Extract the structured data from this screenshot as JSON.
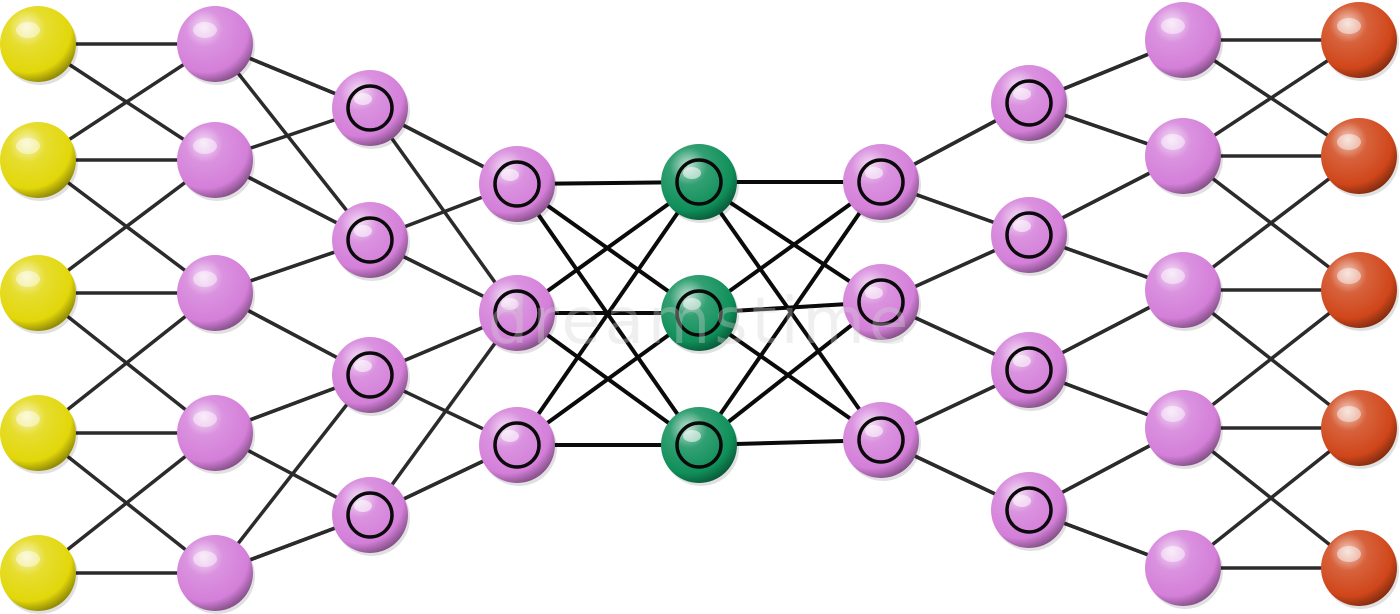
{
  "diagram": {
    "type": "autoencoder-network",
    "watermark": "dreamstime",
    "colors": {
      "input": "#e2d70a",
      "hidden": "#d47fd9",
      "code": "#0f8f5a",
      "output": "#d0461a",
      "edge": "#2b2b2b",
      "edge_dense": "#0a0a0a"
    },
    "layers": [
      {
        "name": "input",
        "nodes": 5,
        "style": "plain",
        "color": "input"
      },
      {
        "name": "hidden1",
        "nodes": 5,
        "style": "plain",
        "color": "hidden"
      },
      {
        "name": "hidden2",
        "nodes": 4,
        "style": "ringed",
        "color": "hidden"
      },
      {
        "name": "hidden3",
        "nodes": 3,
        "style": "ringed",
        "color": "hidden"
      },
      {
        "name": "code",
        "nodes": 3,
        "style": "ringed",
        "color": "code"
      },
      {
        "name": "hidden4",
        "nodes": 3,
        "style": "ringed",
        "color": "hidden"
      },
      {
        "name": "hidden5",
        "nodes": 4,
        "style": "ringed",
        "color": "hidden"
      },
      {
        "name": "hidden6",
        "nodes": 5,
        "style": "plain",
        "color": "hidden"
      },
      {
        "name": "output",
        "nodes": 5,
        "style": "plain",
        "color": "output"
      }
    ],
    "connections": [
      {
        "from": 0,
        "to": 1,
        "pattern": "straight-and-adjacent"
      },
      {
        "from": 1,
        "to": 2,
        "pattern": "diagonal-pairs"
      },
      {
        "from": 2,
        "to": 3,
        "pattern": "diagonal-pairs"
      },
      {
        "from": 3,
        "to": 4,
        "pattern": "full"
      },
      {
        "from": 4,
        "to": 5,
        "pattern": "full"
      },
      {
        "from": 5,
        "to": 6,
        "pattern": "diagonal-pairs"
      },
      {
        "from": 6,
        "to": 7,
        "pattern": "diagonal-pairs"
      },
      {
        "from": 7,
        "to": 8,
        "pattern": "straight-and-adjacent"
      }
    ]
  }
}
